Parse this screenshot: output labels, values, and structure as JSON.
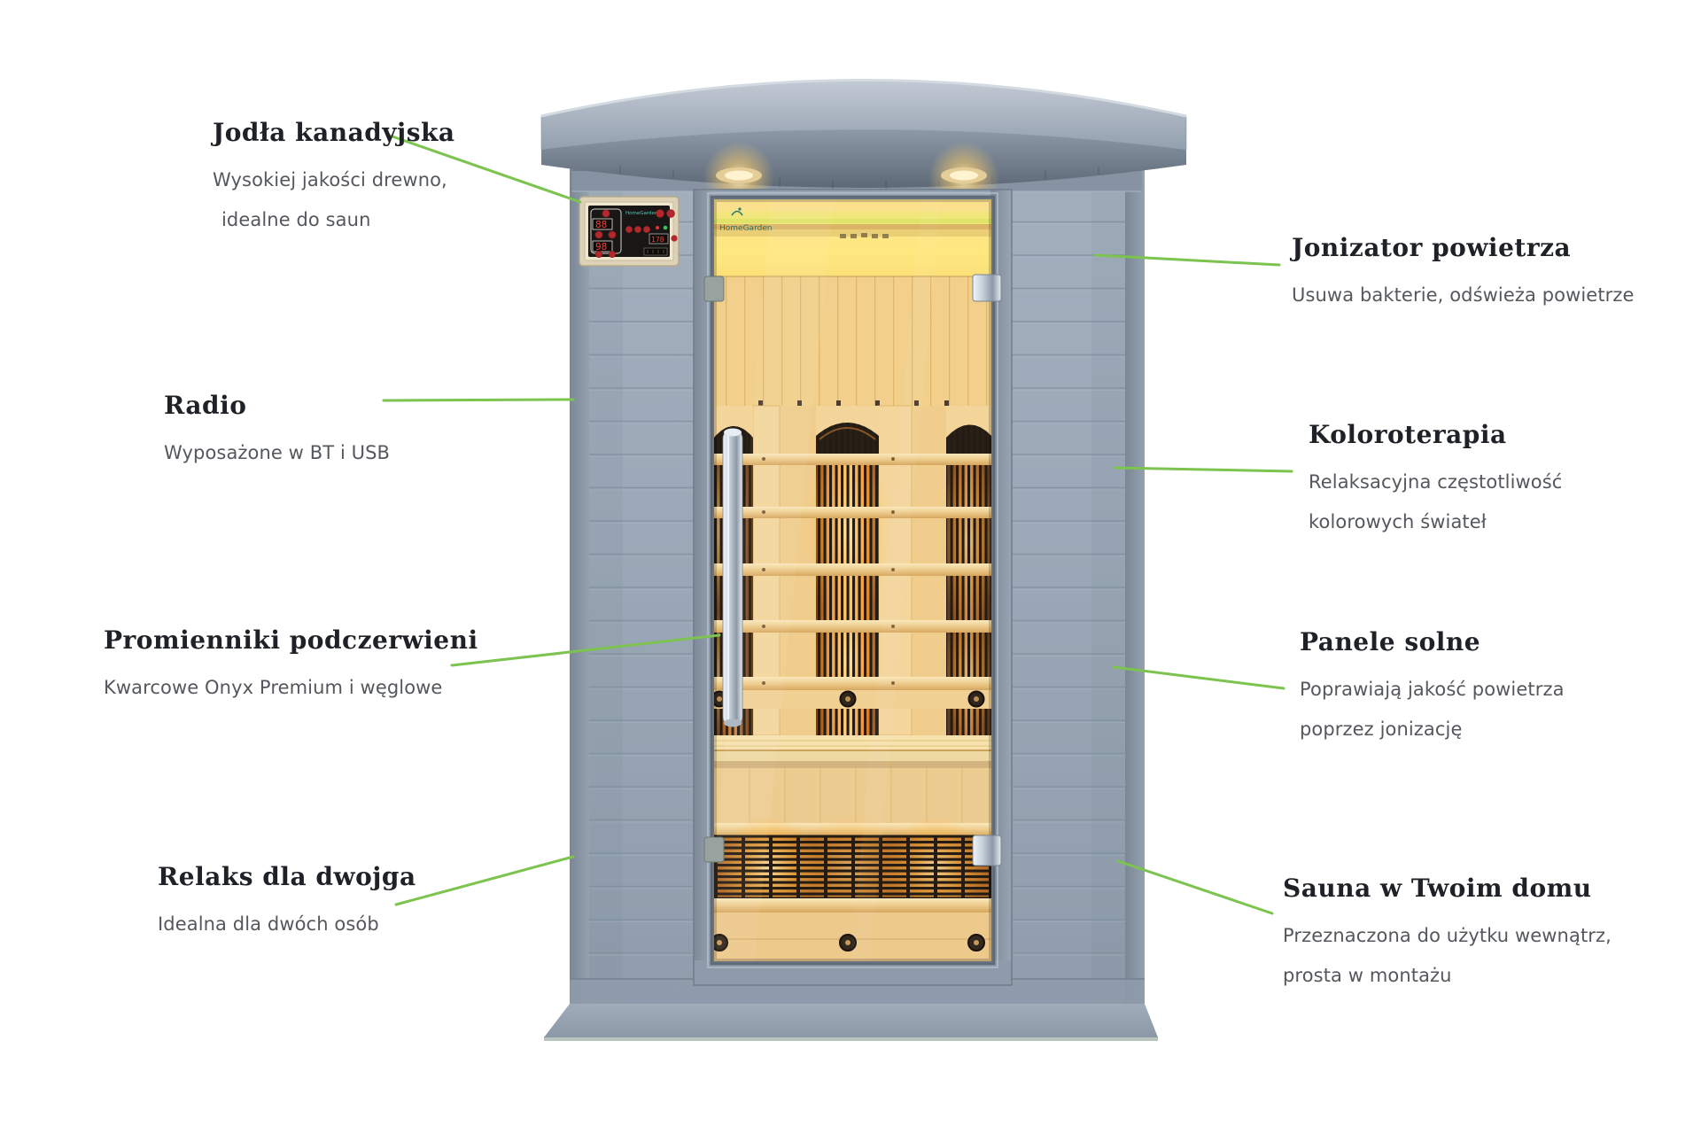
{
  "colors": {
    "line_green": "#7cc34f",
    "heading": "#1e2226",
    "body_text": "#54585d",
    "wall_gray": "#9aa7b6",
    "wood_warm": "#f0cd8d",
    "heater_glow": "#ffb947"
  },
  "brand": "HomeGarden",
  "control_panel": {
    "display_temp": "88",
    "display_time": "98",
    "display_small": "178"
  },
  "callouts": {
    "left": [
      {
        "title": "Jodła kanadyjska",
        "lines": [
          "Wysokiej jakości drewno,",
          "idealne do saun"
        ]
      },
      {
        "title": "Radio",
        "lines": [
          "Wyposażone w BT i USB"
        ]
      },
      {
        "title": "Promienniki podczerwieni",
        "lines": [
          "Kwarcowe Onyx Premium i węglowe"
        ]
      },
      {
        "title": "Relaks dla dwojga",
        "lines": [
          "Idealna dla dwóch osób"
        ]
      }
    ],
    "right": [
      {
        "title": "Jonizator powietrza",
        "lines": [
          "Usuwa bakterie, odświeża powietrze"
        ]
      },
      {
        "title": "Koloroterapia",
        "lines": [
          "Relaksacyjna częstotliwość",
          "kolorowych świateł"
        ]
      },
      {
        "title": "Panele solne",
        "lines": [
          "Poprawiają jakość powietrza",
          "poprzez jonizację"
        ]
      },
      {
        "title": "Sauna w Twoim domu",
        "lines": [
          "Przeznaczona do użytku wewnątrz,",
          "prosta w montażu"
        ]
      }
    ]
  }
}
